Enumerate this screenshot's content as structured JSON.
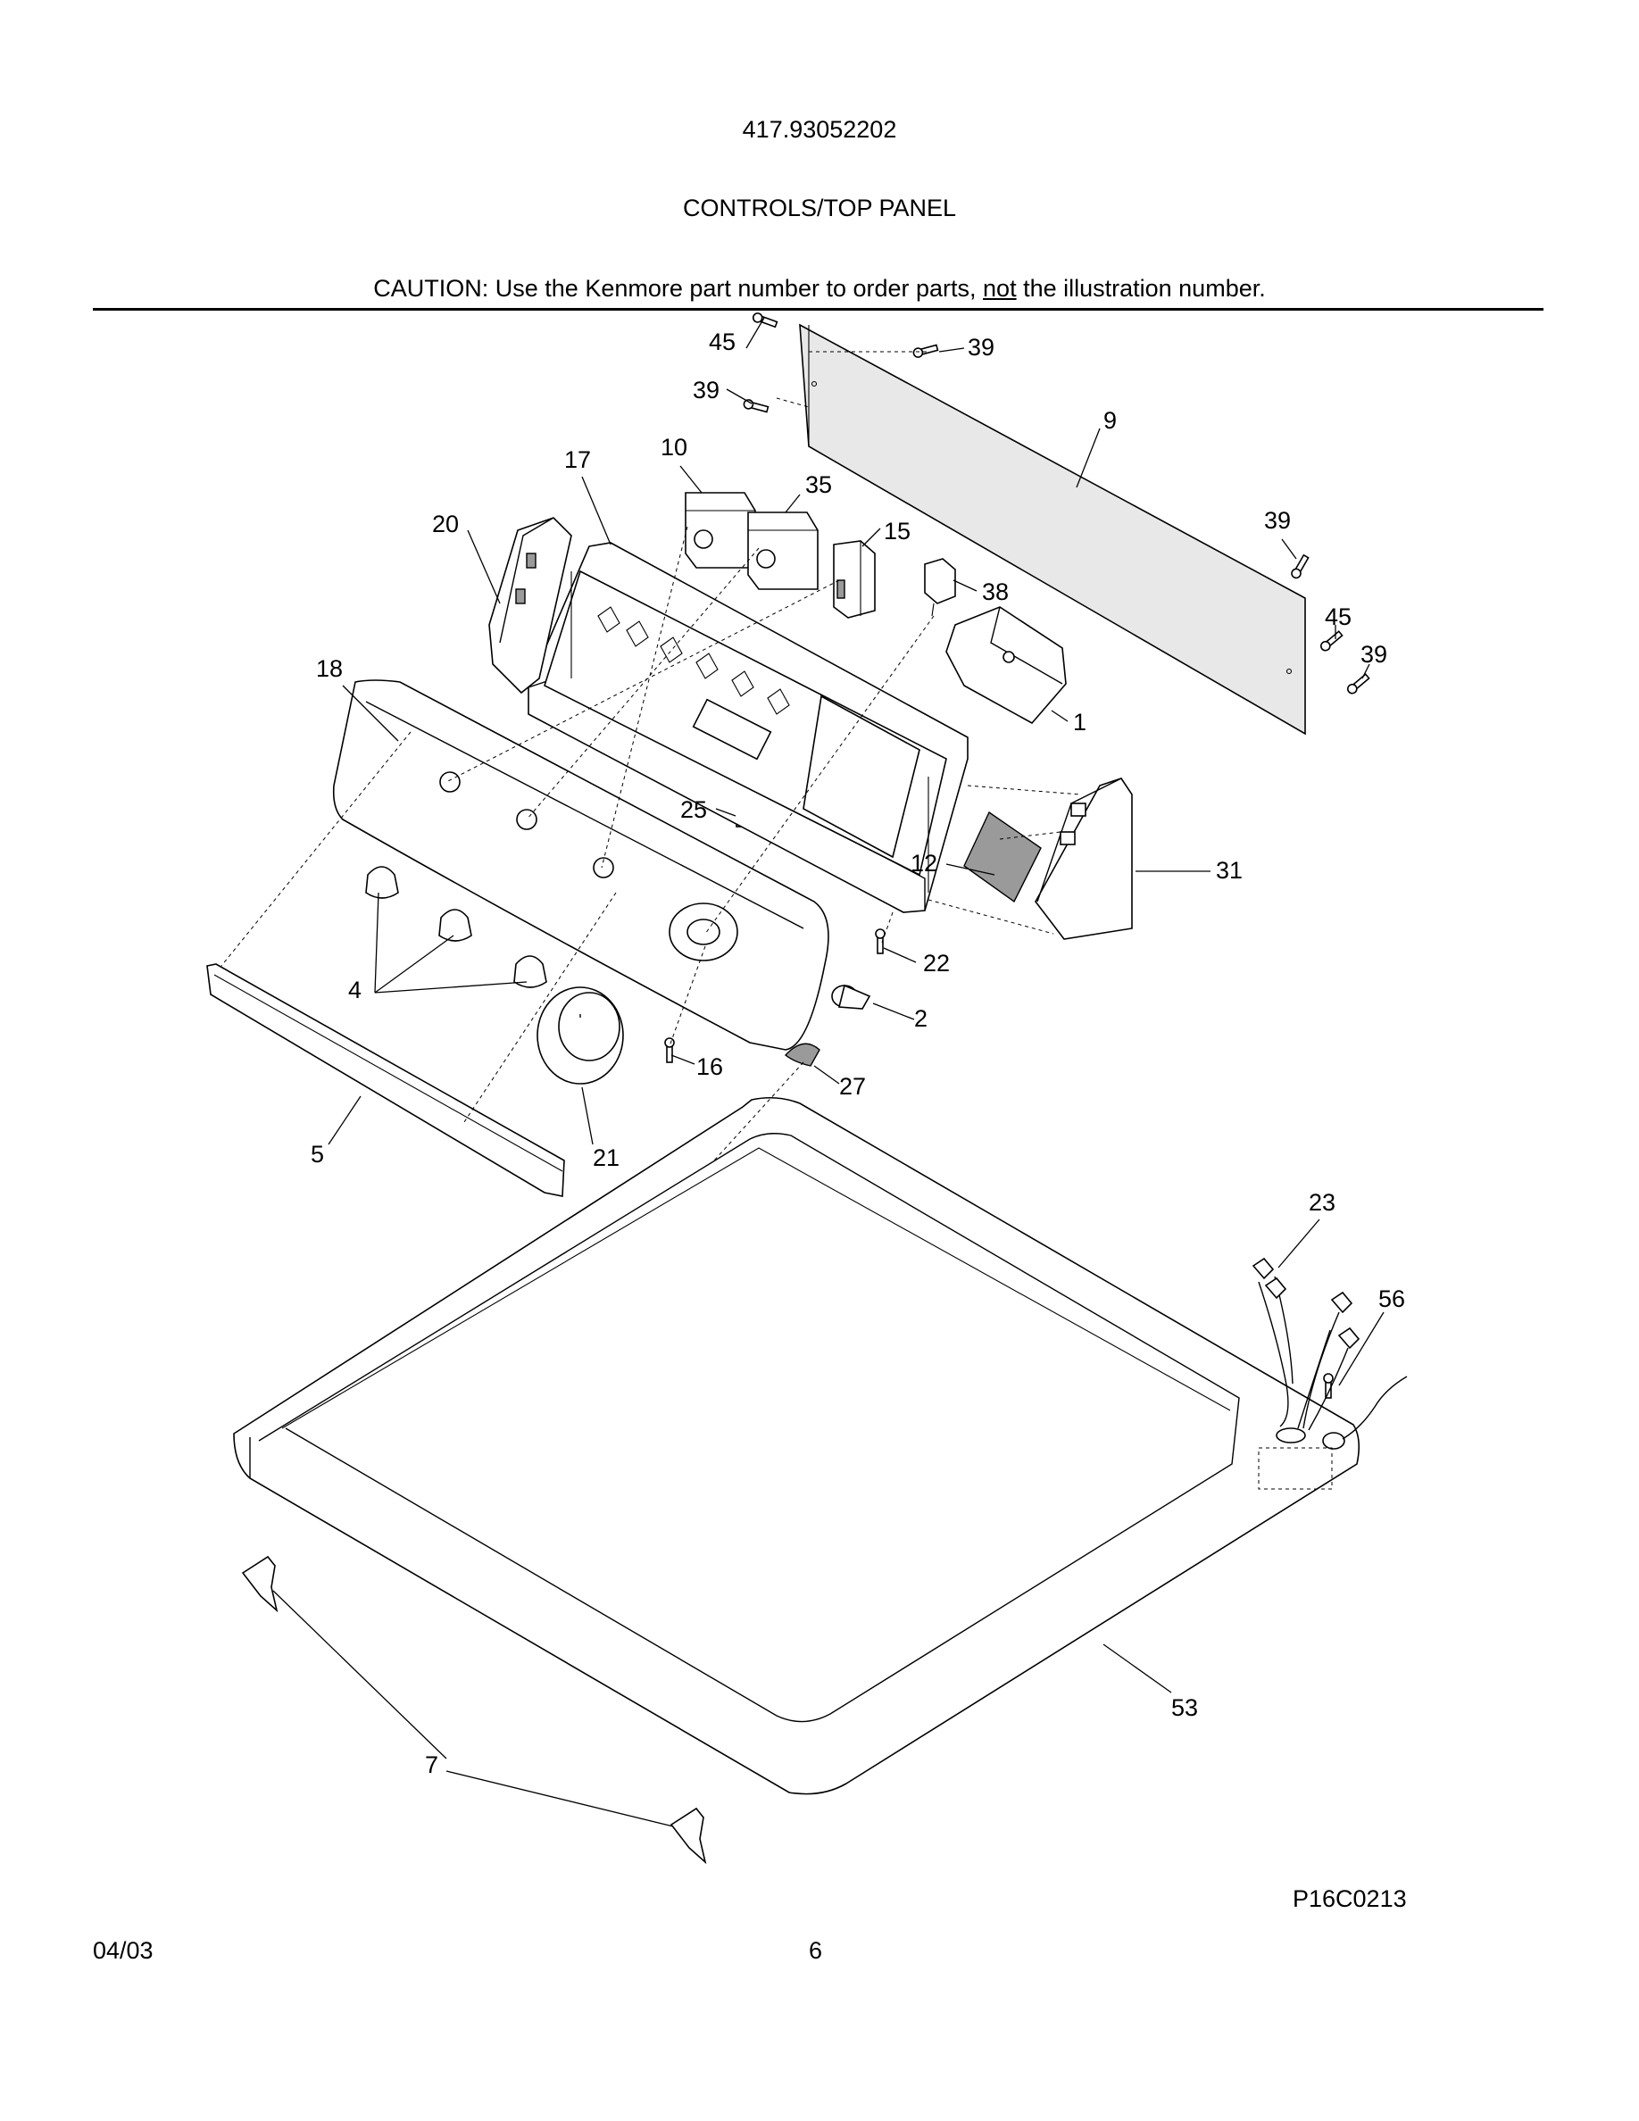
{
  "header": {
    "model_number": "417.93052202",
    "section_title": "CONTROLS/TOP PANEL",
    "caution_prefix": "CAUTION: Use the Kenmore part number to order parts, ",
    "caution_emphasis": "not",
    "caution_suffix": " the illustration number."
  },
  "callouts": {
    "c1": "1",
    "c2": "2",
    "c4": "4",
    "c5": "5",
    "c7": "7",
    "c9": "9",
    "c10": "10",
    "c12": "12",
    "c15": "15",
    "c16": "16",
    "c17": "17",
    "c18": "18",
    "c20": "20",
    "c21": "21",
    "c22": "22",
    "c23": "23",
    "c25": "25",
    "c27": "27",
    "c31": "31",
    "c35": "35",
    "c38": "38",
    "c39a": "39",
    "c39b": "39",
    "c39c": "39",
    "c39d": "39",
    "c45a": "45",
    "c45b": "45",
    "c53": "53",
    "c56": "56"
  },
  "footer": {
    "date": "04/03",
    "page": "6",
    "diagram_code": "P16C0213"
  }
}
